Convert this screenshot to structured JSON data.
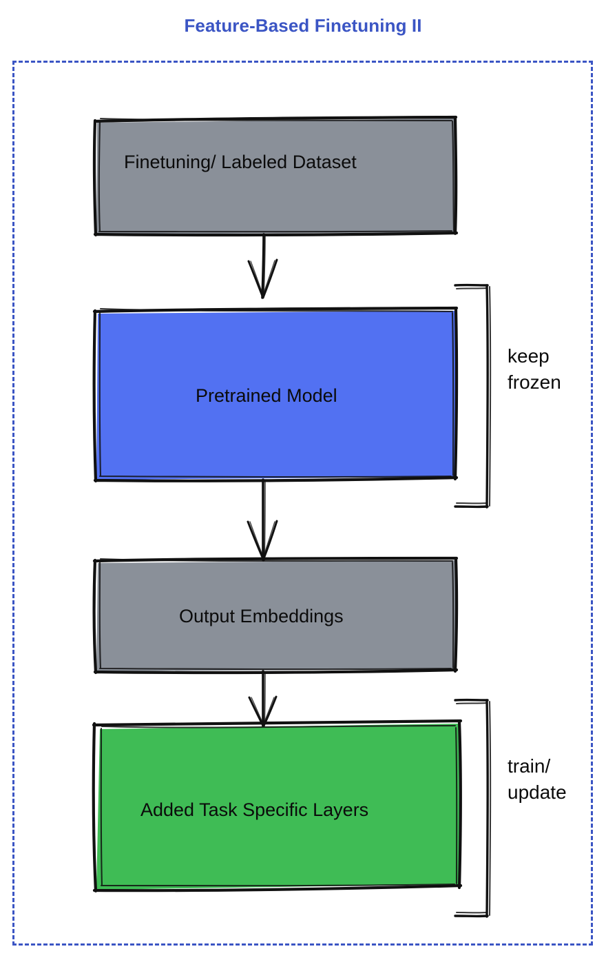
{
  "diagram": {
    "title": "Feature-Based Finetuning II",
    "title_color": "#3B55C4",
    "frame": {
      "style": "dashed",
      "color": "#3B55C4"
    },
    "nodes": [
      {
        "id": "dataset",
        "label": "Finetuning/ Labeled Dataset",
        "fill": "#8A9099",
        "stroke": "#111111",
        "text_color": "#0b0b0b"
      },
      {
        "id": "pretrained",
        "label": "Pretrained Model",
        "fill": "#5271F2",
        "stroke": "#111111",
        "text_color": "#0b0b0b"
      },
      {
        "id": "embeddings",
        "label": "Output Embeddings",
        "fill": "#8A9099",
        "stroke": "#111111",
        "text_color": "#0b0b0b"
      },
      {
        "id": "task_layers",
        "label": "Added Task Specific Layers",
        "fill": "#3FBC55",
        "stroke": "#111111",
        "text_color": "#0b0b0b"
      }
    ],
    "edges": [
      {
        "from": "dataset",
        "to": "pretrained",
        "style": "arrow"
      },
      {
        "from": "pretrained",
        "to": "embeddings",
        "style": "arrow"
      },
      {
        "from": "embeddings",
        "to": "task_layers",
        "style": "arrow"
      }
    ],
    "annotations": [
      {
        "id": "keep_frozen",
        "target": "pretrained",
        "line1": "keep",
        "line2": "frozen"
      },
      {
        "id": "train_update",
        "target": "task_layers",
        "line1": "train/",
        "line2": "update"
      }
    ]
  }
}
